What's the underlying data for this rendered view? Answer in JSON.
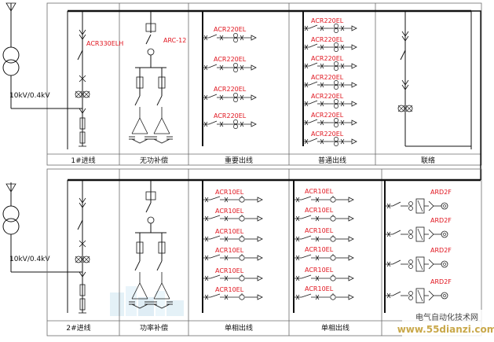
{
  "transformer_voltage": "10kV/0.4kV",
  "top_section": {
    "panels": [
      {
        "caption": "1#进线",
        "device": "ACR330ELH"
      },
      {
        "caption": "无功补偿",
        "device": "ARC-12"
      },
      {
        "caption": "重要出线",
        "feeder_label": "ACR220EL"
      },
      {
        "caption": "普通出线",
        "feeder_label": "ACR220EL"
      },
      {
        "caption": "联络"
      }
    ]
  },
  "bottom_section": {
    "panels": [
      {
        "caption": "2#进线"
      },
      {
        "caption": "功率补偿"
      },
      {
        "caption": "单相出线",
        "feeder_label": "ACR10EL"
      },
      {
        "caption": "单相出线",
        "feeder_label": "ACR10EL"
      },
      {
        "caption": "",
        "feeder_label": "ARD2F"
      }
    ]
  },
  "watermark": {
    "line1": "电气自动化技术网",
    "line2": "www.55dianzi.com"
  },
  "colors": {
    "line": "#1a1a1a",
    "device_label": "#e0141e",
    "panel_caption_fill": "#f4f4f4"
  }
}
